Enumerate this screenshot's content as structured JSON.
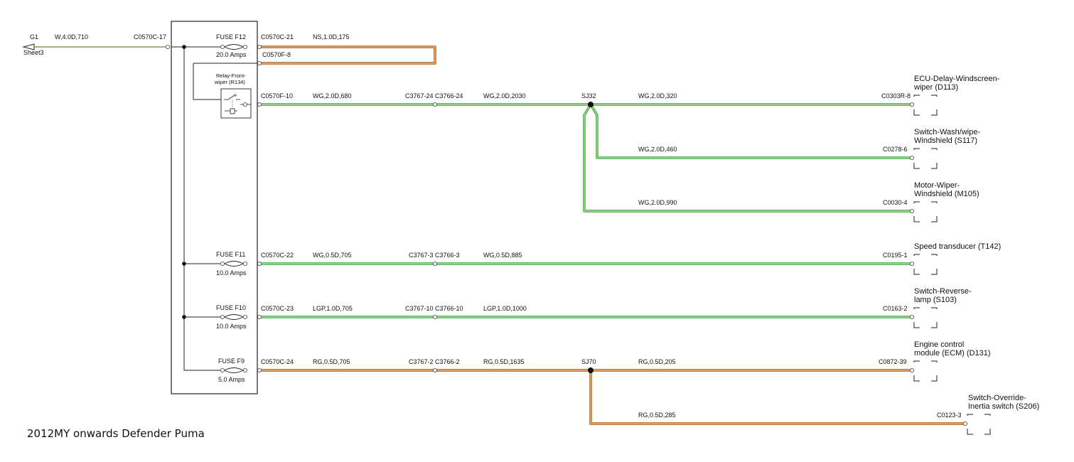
{
  "colors": {
    "green": "#3aa535",
    "green_light": "#bfe3b4",
    "orange": "#b8560e",
    "orange_light": "#e9c79a",
    "line": "#222222",
    "olive": "#8a7a3a"
  },
  "ground": {
    "label": "G1",
    "sheet": "Sheet3",
    "wire": "W,4.0D,710",
    "connector": "C0570C-17"
  },
  "fuses": {
    "f12": {
      "name": "FUSE F12",
      "rating": "20.0 Amps",
      "out": "C0570C-21",
      "wire": "NS,1.0D,175",
      "return": "C0570F-8"
    },
    "f11": {
      "name": "FUSE F11",
      "rating": "10.0 Amps"
    },
    "f10": {
      "name": "FUSE F10",
      "rating": "10.0 Amps"
    },
    "f9": {
      "name": "FUSE F9",
      "rating": "5.0 Amps"
    }
  },
  "relay": {
    "label_line1": "Relay-Front-",
    "label_line2": "wiper (R134)",
    "out": "C0570F-10"
  },
  "circuits": {
    "wiper": {
      "wire1": "WG,2.0D,680",
      "inline": "C3767-24 C3766-24",
      "wire2": "WG,2.0D,2030",
      "splice": "SJ32",
      "branch_ecu": "WG,2.0D,320",
      "branch_wash": "WG,2.0D,460",
      "branch_motor": "WG,2.0D,990"
    },
    "speed": {
      "conn": "C0570C-22",
      "wire1": "WG,0.5D,705",
      "inline": "C3767-3 C3766-3",
      "wire2": "WG,0.5D,885"
    },
    "reverse": {
      "conn": "C0570C-23",
      "wire1": "LGP,1.0D,705",
      "inline": "C3767-10 C3766-10",
      "wire2": "LGP,1.0D,1000"
    },
    "ecm": {
      "conn": "C0570C-24",
      "wire1": "RG,0.5D,705",
      "inline": "C3767-2 C3766-2",
      "wire2": "RG,0.5D,1635",
      "splice": "SJ70",
      "branch_ecm": "RG,0.5D,205",
      "branch_inertia": "RG,0.5D,285"
    }
  },
  "components": {
    "ecu": {
      "line1": "ECU-Delay-Windscreen-",
      "line2": "wiper (D113)",
      "conn": "C0303R-8"
    },
    "wash": {
      "line1": "Switch-Wash/wipe-",
      "line2": "Windshield (S117)",
      "conn": "C0278-6"
    },
    "motor": {
      "line1": "Motor-Wiper-",
      "line2": "Windshield (M105)",
      "conn": "C0030-4"
    },
    "speed": {
      "line1": "Speed transducer (T142)",
      "conn": "C0195-1"
    },
    "reverse": {
      "line1": "Switch-Reverse-",
      "line2": "lamp (S103)",
      "conn": "C0163-2"
    },
    "ecm": {
      "line1": "Engine control",
      "line2": "module (ECM) (D131)",
      "conn": "C0872-39"
    },
    "inertia": {
      "line1": "Switch-Override-",
      "line2": "Inertia switch (S206)",
      "conn": "C0123-3"
    }
  },
  "caption": "2012MY onwards Defender Puma"
}
